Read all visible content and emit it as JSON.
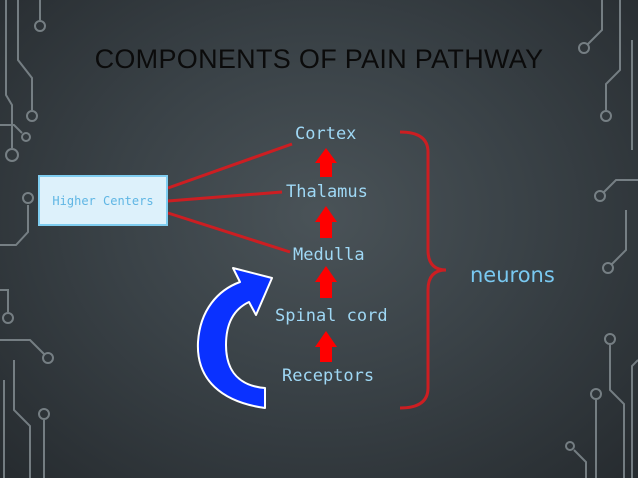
{
  "title": "COMPONENTS OF PAIN PATHWAY",
  "higher_centers": "Higher Centers",
  "pathway": [
    "Cortex",
    "Thalamus",
    "Medulla",
    "Spinal cord",
    "Receptors"
  ],
  "group_label": "neurons",
  "colors": {
    "background": "#3a4247",
    "title": "#0b0b0b",
    "node_text": "#9fd8f5",
    "arrow": "#ff0000",
    "connector": "#cc1e22",
    "bracket": "#cc1e22",
    "feedback_arrow": "#0033ff"
  }
}
